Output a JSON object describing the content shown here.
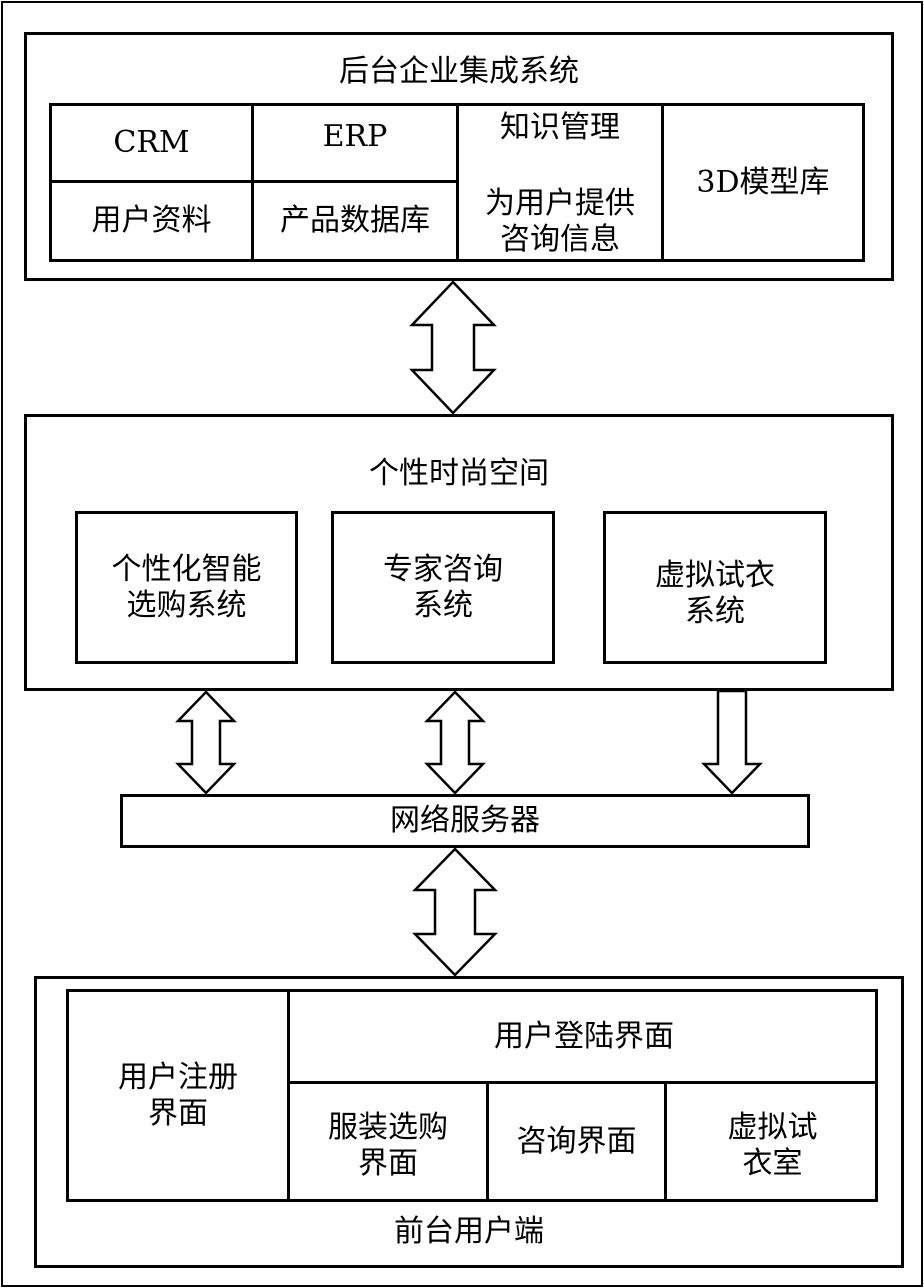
{
  "backend": {
    "title": "后台企业集成系统",
    "crm": "CRM",
    "erp": "ERP",
    "knowledge": "知识管理",
    "user_profile": "用户资料",
    "product_db": "产品数据库",
    "consult_info": "为用户提供\n咨询信息",
    "model_lib": "3D模型库"
  },
  "fashion": {
    "title": "个性时尚空间",
    "module1": "个性化智能\n选购系统",
    "module2": "专家咨询\n系统",
    "module3": "虚拟试衣\n系统"
  },
  "server": {
    "label": "网络服务器"
  },
  "frontend": {
    "title": "前台用户端",
    "register": "用户注册\n界面",
    "login": "用户登陆界面",
    "shopping": "服装选购\n界面",
    "consult": "咨询界面",
    "fitting": "虚拟试\n衣室"
  }
}
